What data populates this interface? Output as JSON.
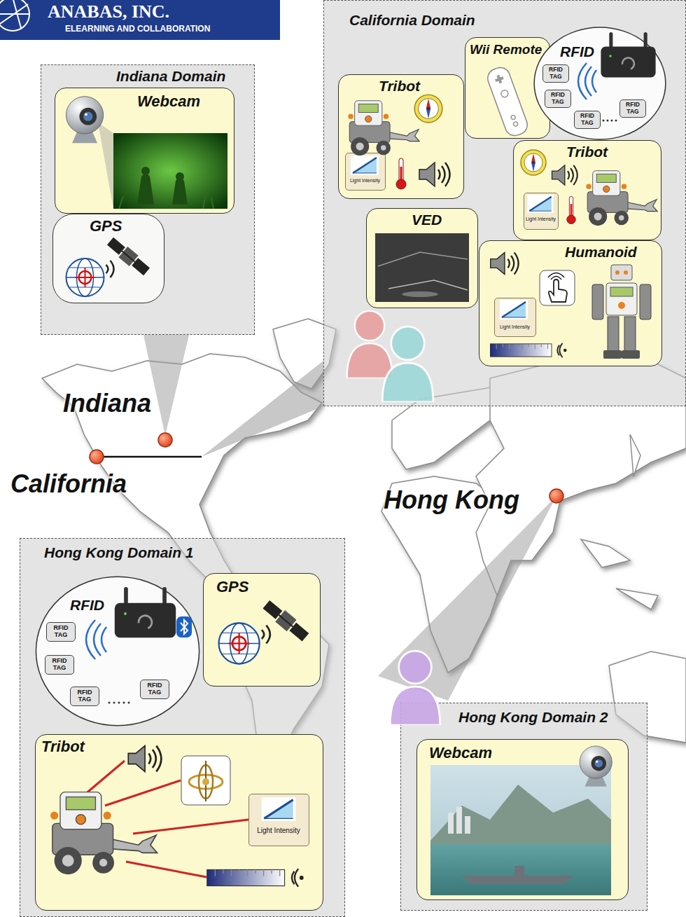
{
  "diagram": {
    "nodes": [
      {
        "text": [
          "Indiana Domain"
        ]
      },
      {
        "text": [
          "Webcam"
        ],
        "in": 0
      },
      {
        "text": [
          "GPS"
        ],
        "in": 0
      },
      {
        "text": [
          "California Domain"
        ]
      },
      {
        "text": [
          "Tribot"
        ],
        "in": 3
      },
      {
        "text": [
          "Light Intensity"
        ],
        "in": 4
      },
      {
        "text": [
          "Wii Remote"
        ],
        "in": 3
      },
      {
        "text": [
          "RFID"
        ],
        "in": 3
      },
      {
        "text": [
          "RFID TAG"
        ],
        "in": 7
      },
      {
        "text": [
          "RFID TAG"
        ],
        "in": 7
      },
      {
        "text": [
          "RFID TAG"
        ],
        "in": 7
      },
      {
        "text": [
          "RFID TAG"
        ],
        "in": 7
      },
      {
        "text": [
          "Tribot"
        ],
        "in": 3
      },
      {
        "text": [
          "Light Intensity"
        ],
        "in": 12
      },
      {
        "text": [
          "VED"
        ],
        "in": 3
      },
      {
        "text": [
          "Humanoid"
        ],
        "in": 3
      },
      {
        "text": [
          "Light Intensity"
        ],
        "in": 15
      },
      {
        "text": [
          "Hong Kong Domain 1"
        ]
      },
      {
        "text": [
          "RFID"
        ],
        "in": 17
      },
      {
        "text": [
          "RFID TAG"
        ],
        "in": 18
      },
      {
        "text": [
          "RFID TAG"
        ],
        "in": 18
      },
      {
        "text": [
          "RFID TAG"
        ],
        "in": 18
      },
      {
        "text": [
          "RFID TAG"
        ],
        "in": 18
      },
      {
        "text": [
          "GPS"
        ],
        "in": 17
      },
      {
        "text": [
          "Tribot"
        ],
        "in": 17
      },
      {
        "text": [
          "Light Intensity"
        ],
        "in": 24
      },
      {
        "text": [
          "Hong Kong Domain 2"
        ]
      },
      {
        "text": [
          "Webcam"
        ],
        "in": 26
      }
    ],
    "labels": [
      "ANABAS, INC.",
      "ELEARNING AND COLLABORATION",
      "Indiana",
      "California",
      "Hong Kong"
    ]
  }
}
